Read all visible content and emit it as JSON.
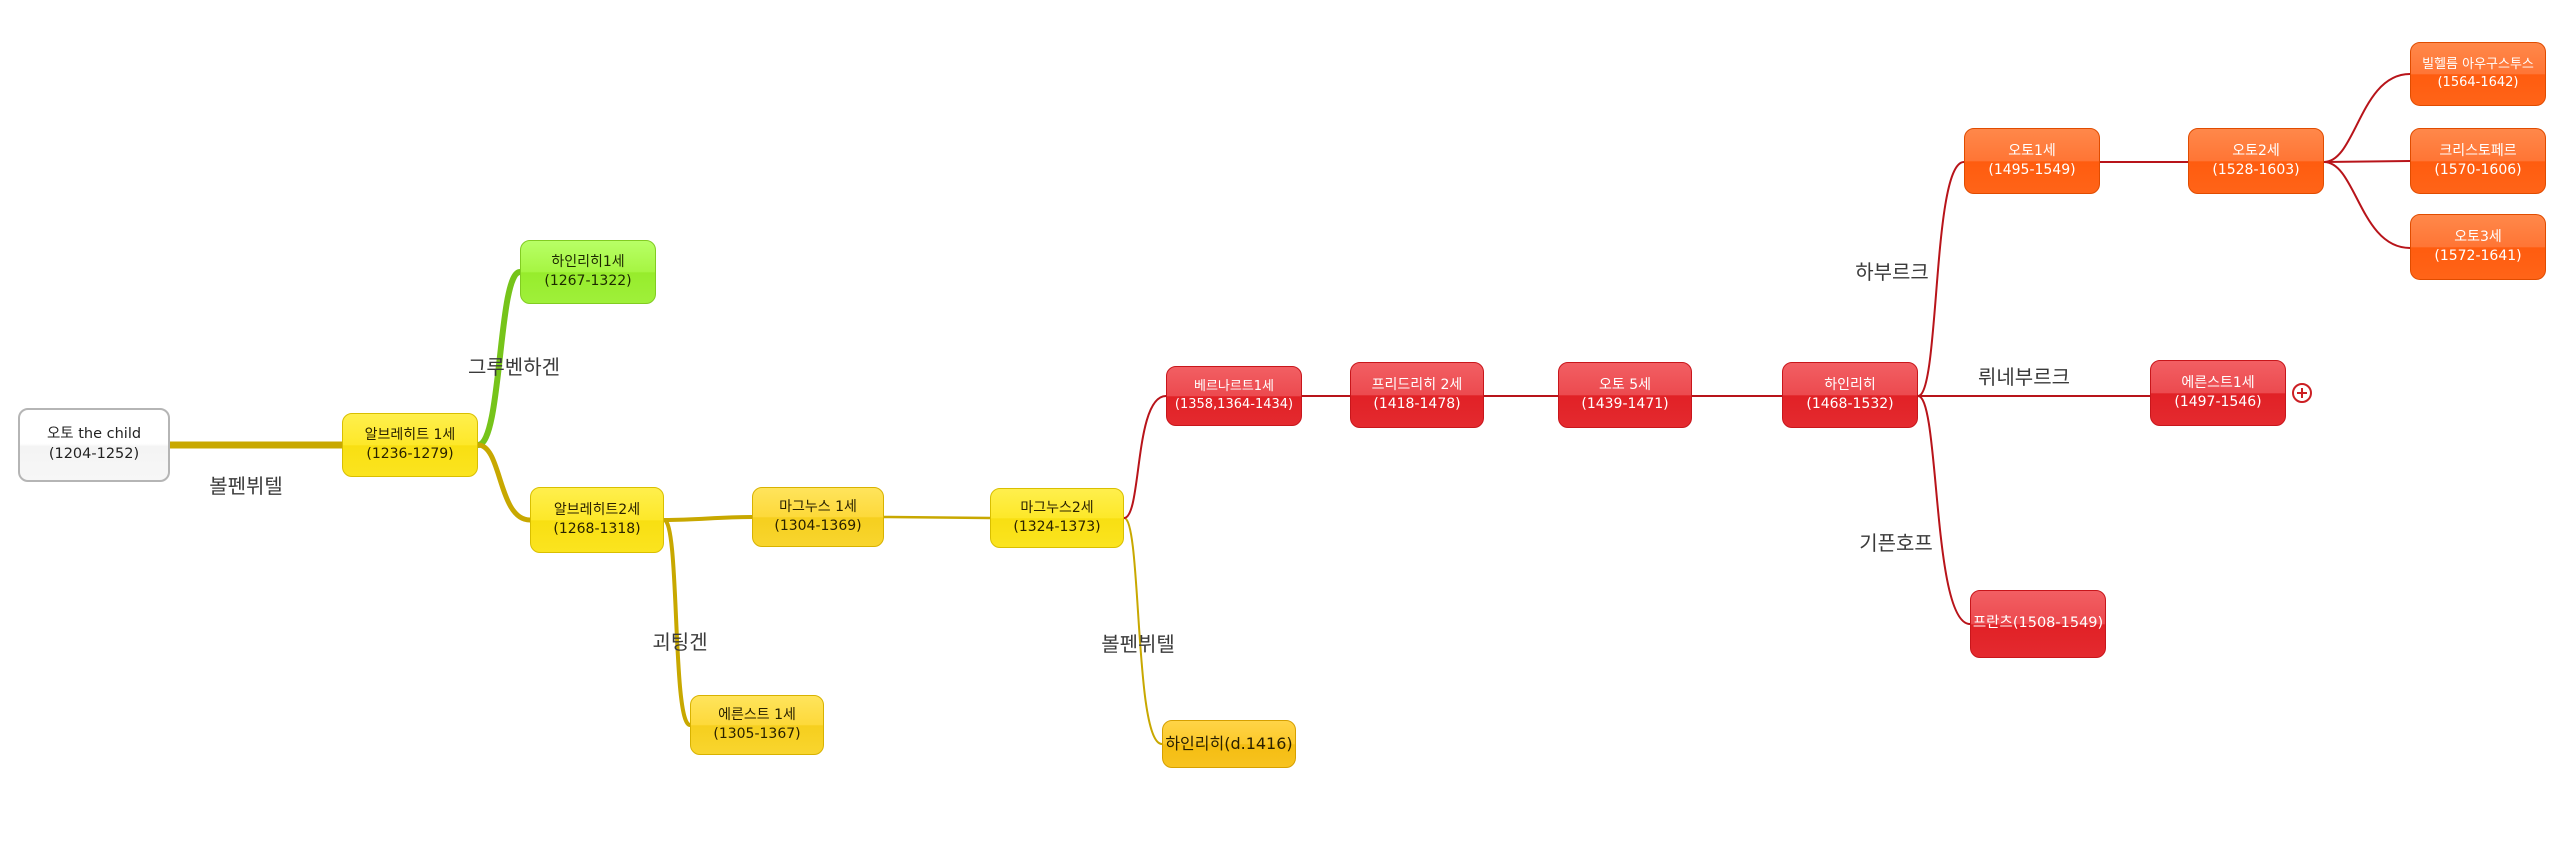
{
  "nodes": {
    "otto_child": {
      "name": "오토 the child",
      "years": "(1204-1252)"
    },
    "albrecht1": {
      "name": "알브레히트 1세",
      "years": "(1236-1279)"
    },
    "heinrich1": {
      "name": "하인리히1세",
      "years": "(1267-1322)"
    },
    "albrecht2": {
      "name": "알브레히트2세",
      "years": "(1268-1318)"
    },
    "magnus1": {
      "name": "마그누스 1세",
      "years": "(1304-1369)"
    },
    "ernst1_g": {
      "name": "에른스트 1세",
      "years": "(1305-1367)"
    },
    "magnus2": {
      "name": "마그누스2세",
      "years": "(1324-1373)"
    },
    "heinrich_d": {
      "name": "하인리히(d.1416)",
      "years": ""
    },
    "bernhard1": {
      "name": "베르나르트1세",
      "years": "(1358,1364-1434)"
    },
    "friedrich2": {
      "name": "프리드리히 2세",
      "years": "(1418-1478)"
    },
    "otto5": {
      "name": "오토 5세",
      "years": "(1439-1471)"
    },
    "heinrich_m": {
      "name": "하인리히",
      "years": "(1468-1532)"
    },
    "otto1": {
      "name": "오토1세",
      "years": "(1495-1549)"
    },
    "otto2": {
      "name": "오토2세",
      "years": "(1528-1603)"
    },
    "wilhelm_august": {
      "name": "빌헬름 아우구스투스",
      "years": "(1564-1642)"
    },
    "christoph": {
      "name": "크리스토페르",
      "years": "(1570-1606)"
    },
    "otto3": {
      "name": "오토3세",
      "years": "(1572-1641)"
    },
    "ernst1_l": {
      "name": "에른스트1세",
      "years": "(1497-1546)"
    },
    "franz": {
      "name": "프란츠(1508-1549)",
      "years": ""
    }
  },
  "labels": {
    "wolfenbuttel_1": "볼펜뷔텔",
    "grubenhagen": "그루벤하겐",
    "gottingen": "괴팅겐",
    "wolfenbuttel_2": "볼펜뷔텔",
    "harburg": "하부르크",
    "luneburg": "뤼네부르크",
    "gifhorn": "기픈호프"
  },
  "colors": {
    "root_border": "#b5b5b5",
    "green": "#a6f542",
    "yellow": "#fde829",
    "gold": "#f4bd12",
    "red": "#e12126",
    "orange": "#ff5c0f",
    "edge_gold": "#c8a800",
    "edge_green": "#76c41a",
    "edge_red": "#b8141a"
  },
  "icons": {
    "expand": "plus-circle-icon"
  }
}
